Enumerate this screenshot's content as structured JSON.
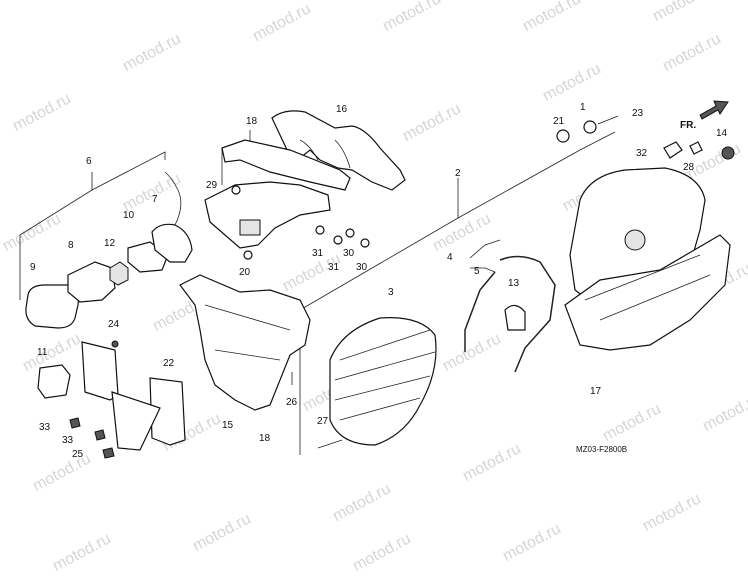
{
  "watermark_text": "motod.ru",
  "diagram_code": "MZ03-F2800B",
  "direction_mark": "FR.",
  "part_labels": [
    "1",
    "2",
    "3",
    "4",
    "5",
    "6",
    "7",
    "8",
    "9",
    "10",
    "11",
    "12",
    "13",
    "14",
    "15",
    "16",
    "17",
    "18",
    "18",
    "20",
    "21",
    "22",
    "23",
    "24",
    "25",
    "26",
    "27",
    "28",
    "29",
    "30",
    "30",
    "31",
    "31",
    "32",
    "33",
    "33"
  ]
}
